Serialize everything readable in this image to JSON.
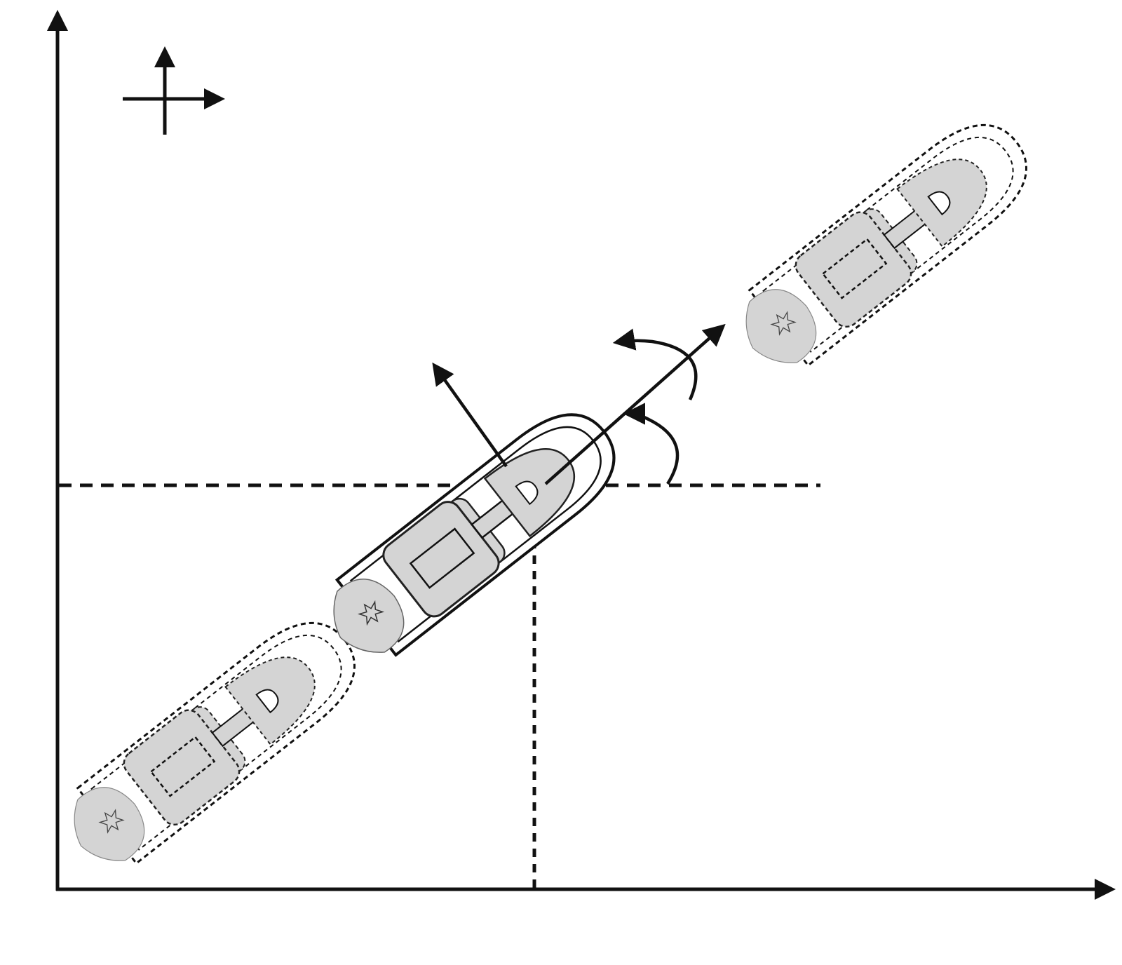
{
  "diagram": {
    "kind": "boat-kinematics",
    "colors": {
      "line": "#111111",
      "fill": "#d4d4d4",
      "fill_stroke": "#444444",
      "background": "#ffffff"
    },
    "icons": [
      "axis-arrow-icon",
      "compass-cross-icon",
      "boat-icon",
      "propeller-icon",
      "rotation-arrow-icon"
    ],
    "boats": [
      {
        "id": "boat-previous",
        "style": "dashed"
      },
      {
        "id": "boat-current",
        "style": "solid"
      },
      {
        "id": "boat-next",
        "style": "dashed"
      }
    ]
  }
}
